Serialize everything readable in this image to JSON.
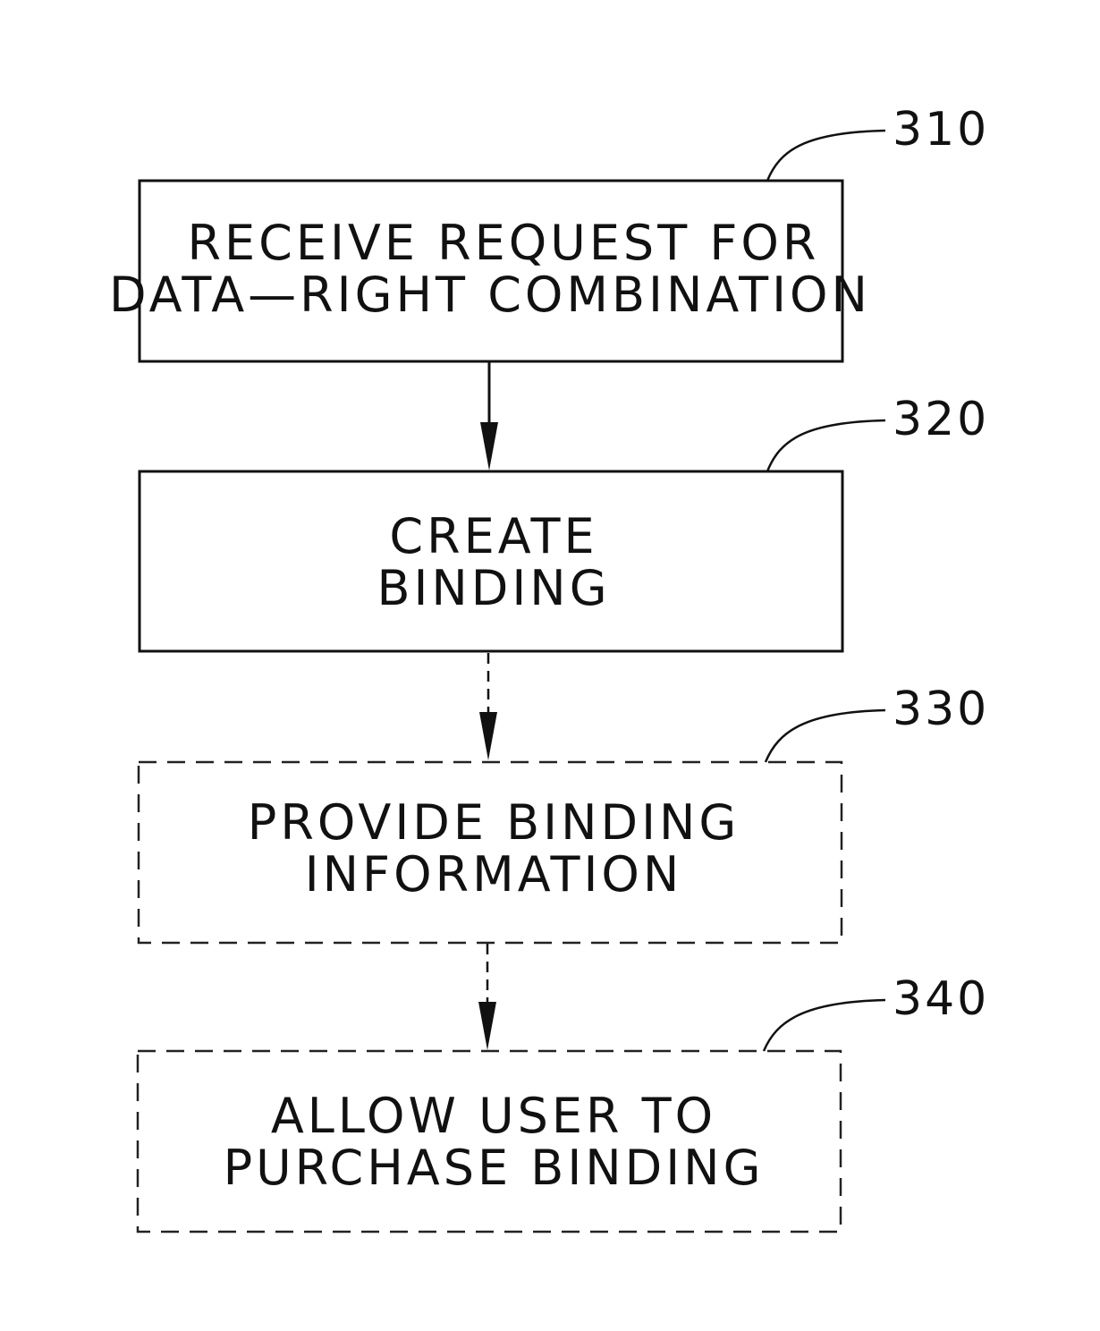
{
  "steps": [
    {
      "id": "310",
      "lines": [
        "RECEIVE REQUEST FOR",
        "DATA—RIGHT COMBINATION"
      ],
      "style": "solid"
    },
    {
      "id": "320",
      "lines": [
        "CREATE",
        "BINDING"
      ],
      "style": "solid"
    },
    {
      "id": "330",
      "lines": [
        "PROVIDE BINDING",
        "INFORMATION"
      ],
      "style": "dashed"
    },
    {
      "id": "340",
      "lines": [
        "ALLOW USER TO",
        "PURCHASE BINDING"
      ],
      "style": "dashed"
    }
  ],
  "connectors": [
    {
      "from": "310",
      "to": "320",
      "style": "solid"
    },
    {
      "from": "320",
      "to": "330",
      "style": "dashed"
    },
    {
      "from": "330",
      "to": "340",
      "style": "dashed"
    }
  ]
}
